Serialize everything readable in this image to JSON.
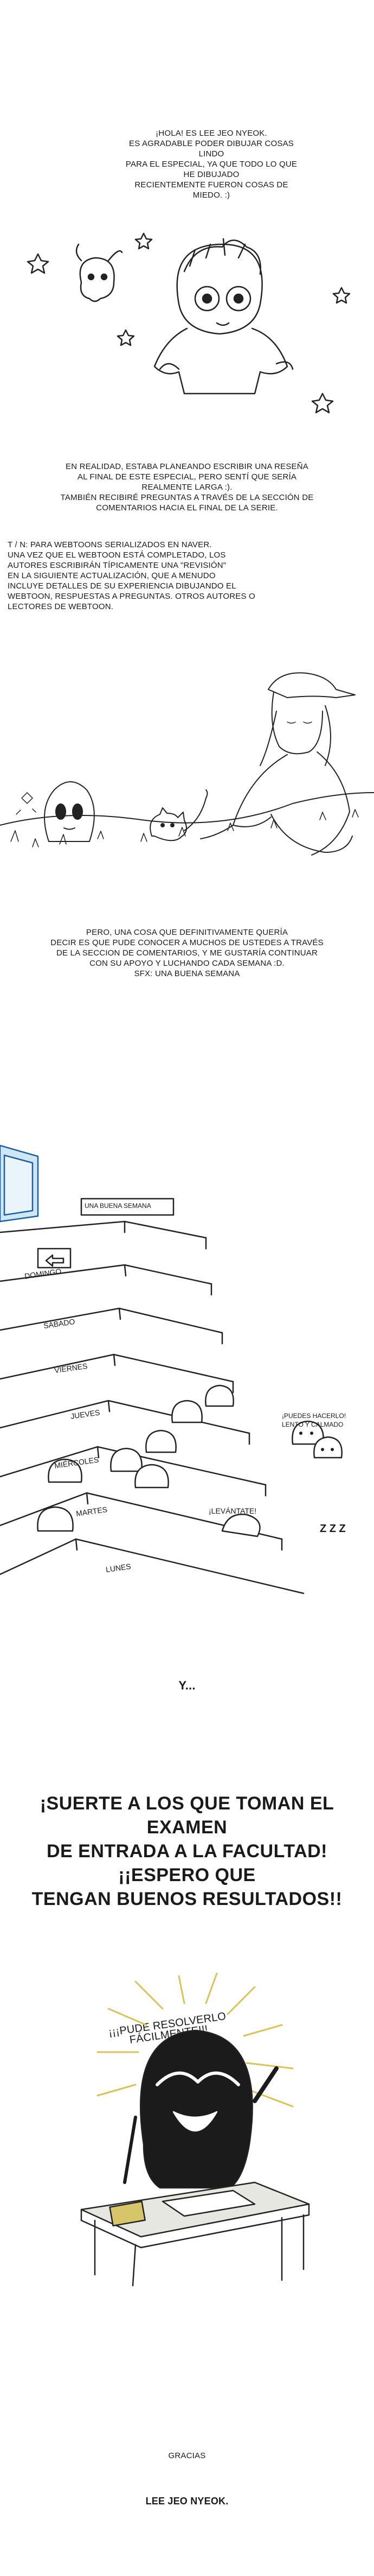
{
  "panel1": {
    "lines": [
      "¡Hola! Es Lee Jeo Nyeok.",
      "Es agradable poder dibujar cosas lindo",
      "para el especial, ya que todo lo que he dibujado",
      "recientemente fueron cosas de miedo. :)"
    ]
  },
  "panel2": {
    "lines": [
      "En realidad, estaba planeando escribir una reseña",
      "al final de este especial, pero sentí que sería",
      "realmente larga :).",
      "También recibiré preguntas a través de la sección de",
      "comentarios hacia el final de la serie."
    ]
  },
  "panel3": {
    "lines": [
      "T / N: Para webtoons serializados en Naver.",
      "Una vez que el webtoon está completado, los",
      "autores escribirán típicamente una \"revisión\"",
      "en la siguiente actualización, que a menudo",
      "incluye detalles de su experiencia dibujando el",
      "webtoon, respuestas a preguntas. Otros autores o",
      "lectores de webtoon."
    ]
  },
  "panel4": {
    "lines": [
      "Pero, una cosa que definitivamente quería",
      "decir es que pude conocer a muchos de ustedes a través",
      "de la seccion de comentarios, y me gustaría continuar",
      "con su apoyo y luchando cada semana :D.",
      "SFX: Una buena semana"
    ]
  },
  "stairs": {
    "sign": "Una buena semana",
    "days": [
      "Domingo",
      "Sábado",
      "Viernes",
      "Jueves",
      "Miércoles",
      "Martes",
      "Lunes"
    ],
    "bubble_right": [
      "¡Puedes hacerlo!",
      "Lento y calmado"
    ],
    "bubble_up": "¡Levántate!",
    "sleep": "z z z"
  },
  "panel5": {
    "text": "Y..."
  },
  "panel6": {
    "lines": [
      "¡Suerte a los que toman el examen",
      "de entrada a la facultad! ¡¡Espero que",
      "tengan buenos resultados!!"
    ],
    "shout": "¡¡¡Pude resolverlo fácilmente!!!"
  },
  "footer": {
    "thanks": "Gracias",
    "author": "Lee Jeo Nyeok."
  }
}
